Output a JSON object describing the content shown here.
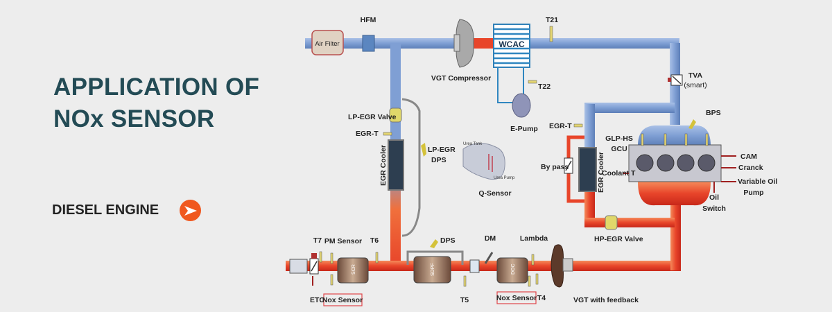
{
  "banner": {
    "title_line1": "APPLICATION OF",
    "title_line2": "NOx SENSOR",
    "subtitle": "DIESEL ENGINE",
    "arrow_icon": "chevron-right-arrow-icon",
    "accent_color": "#f0581f",
    "title_color": "#234b55"
  },
  "diagram": {
    "colors": {
      "intake_pipe": "#8aa8d8",
      "exhaust_pipe": "#e8452a",
      "nox_box": "#e0464a"
    },
    "labels": {
      "air_filter": "Air Filter",
      "hfm": "HFM",
      "vgt_compressor": "VGT Compressor",
      "wcac": "WCAC",
      "t21": "T21",
      "t22": "T22",
      "e_pump": "E-Pump",
      "tva": "TVA",
      "tva_sub": "(smart)",
      "bps": "BPS",
      "lp_egr_valve": "LP-EGR Valve",
      "egr_t_left": "EGR-T",
      "egr_cooler_left": "EGR Cooler",
      "lp_egr_dps_1": "LP-EGR",
      "lp_egr_dps_2": "DPS",
      "urea_tank": "Urea Tank",
      "urea_pump": "Urea Pump",
      "q_sensor": "Q-Sensor",
      "egr_t_right": "EGR-T",
      "glp_hs": "GLP-HS",
      "gcu": "GCU",
      "by_pass": "By pass",
      "egr_cooler_right": "EGR Cooler",
      "coolant_t": "Coolant T",
      "cam": "CAM",
      "cranck": "Cranck",
      "variable_oil_1": "Variable Oil",
      "variable_oil_2": "Pump",
      "oil_switch_1": "Oil",
      "oil_switch_2": "Switch",
      "hp_egr_valve": "HP-EGR Valve",
      "t7": "T7",
      "pm_sensor": "PM Sensor",
      "t6": "T6",
      "dps": "DPS",
      "dm": "DM",
      "lambda": "Lambda",
      "scr": "SCR",
      "sdpf": "SDPF",
      "doc": "DOC",
      "etc": "ETC",
      "nox_sensor_1": "Nox Sensor",
      "t5": "T5",
      "nox_sensor_2": "Nox Sensor",
      "t4": "T4",
      "vgt_feedback": "VGT with feedback"
    }
  }
}
